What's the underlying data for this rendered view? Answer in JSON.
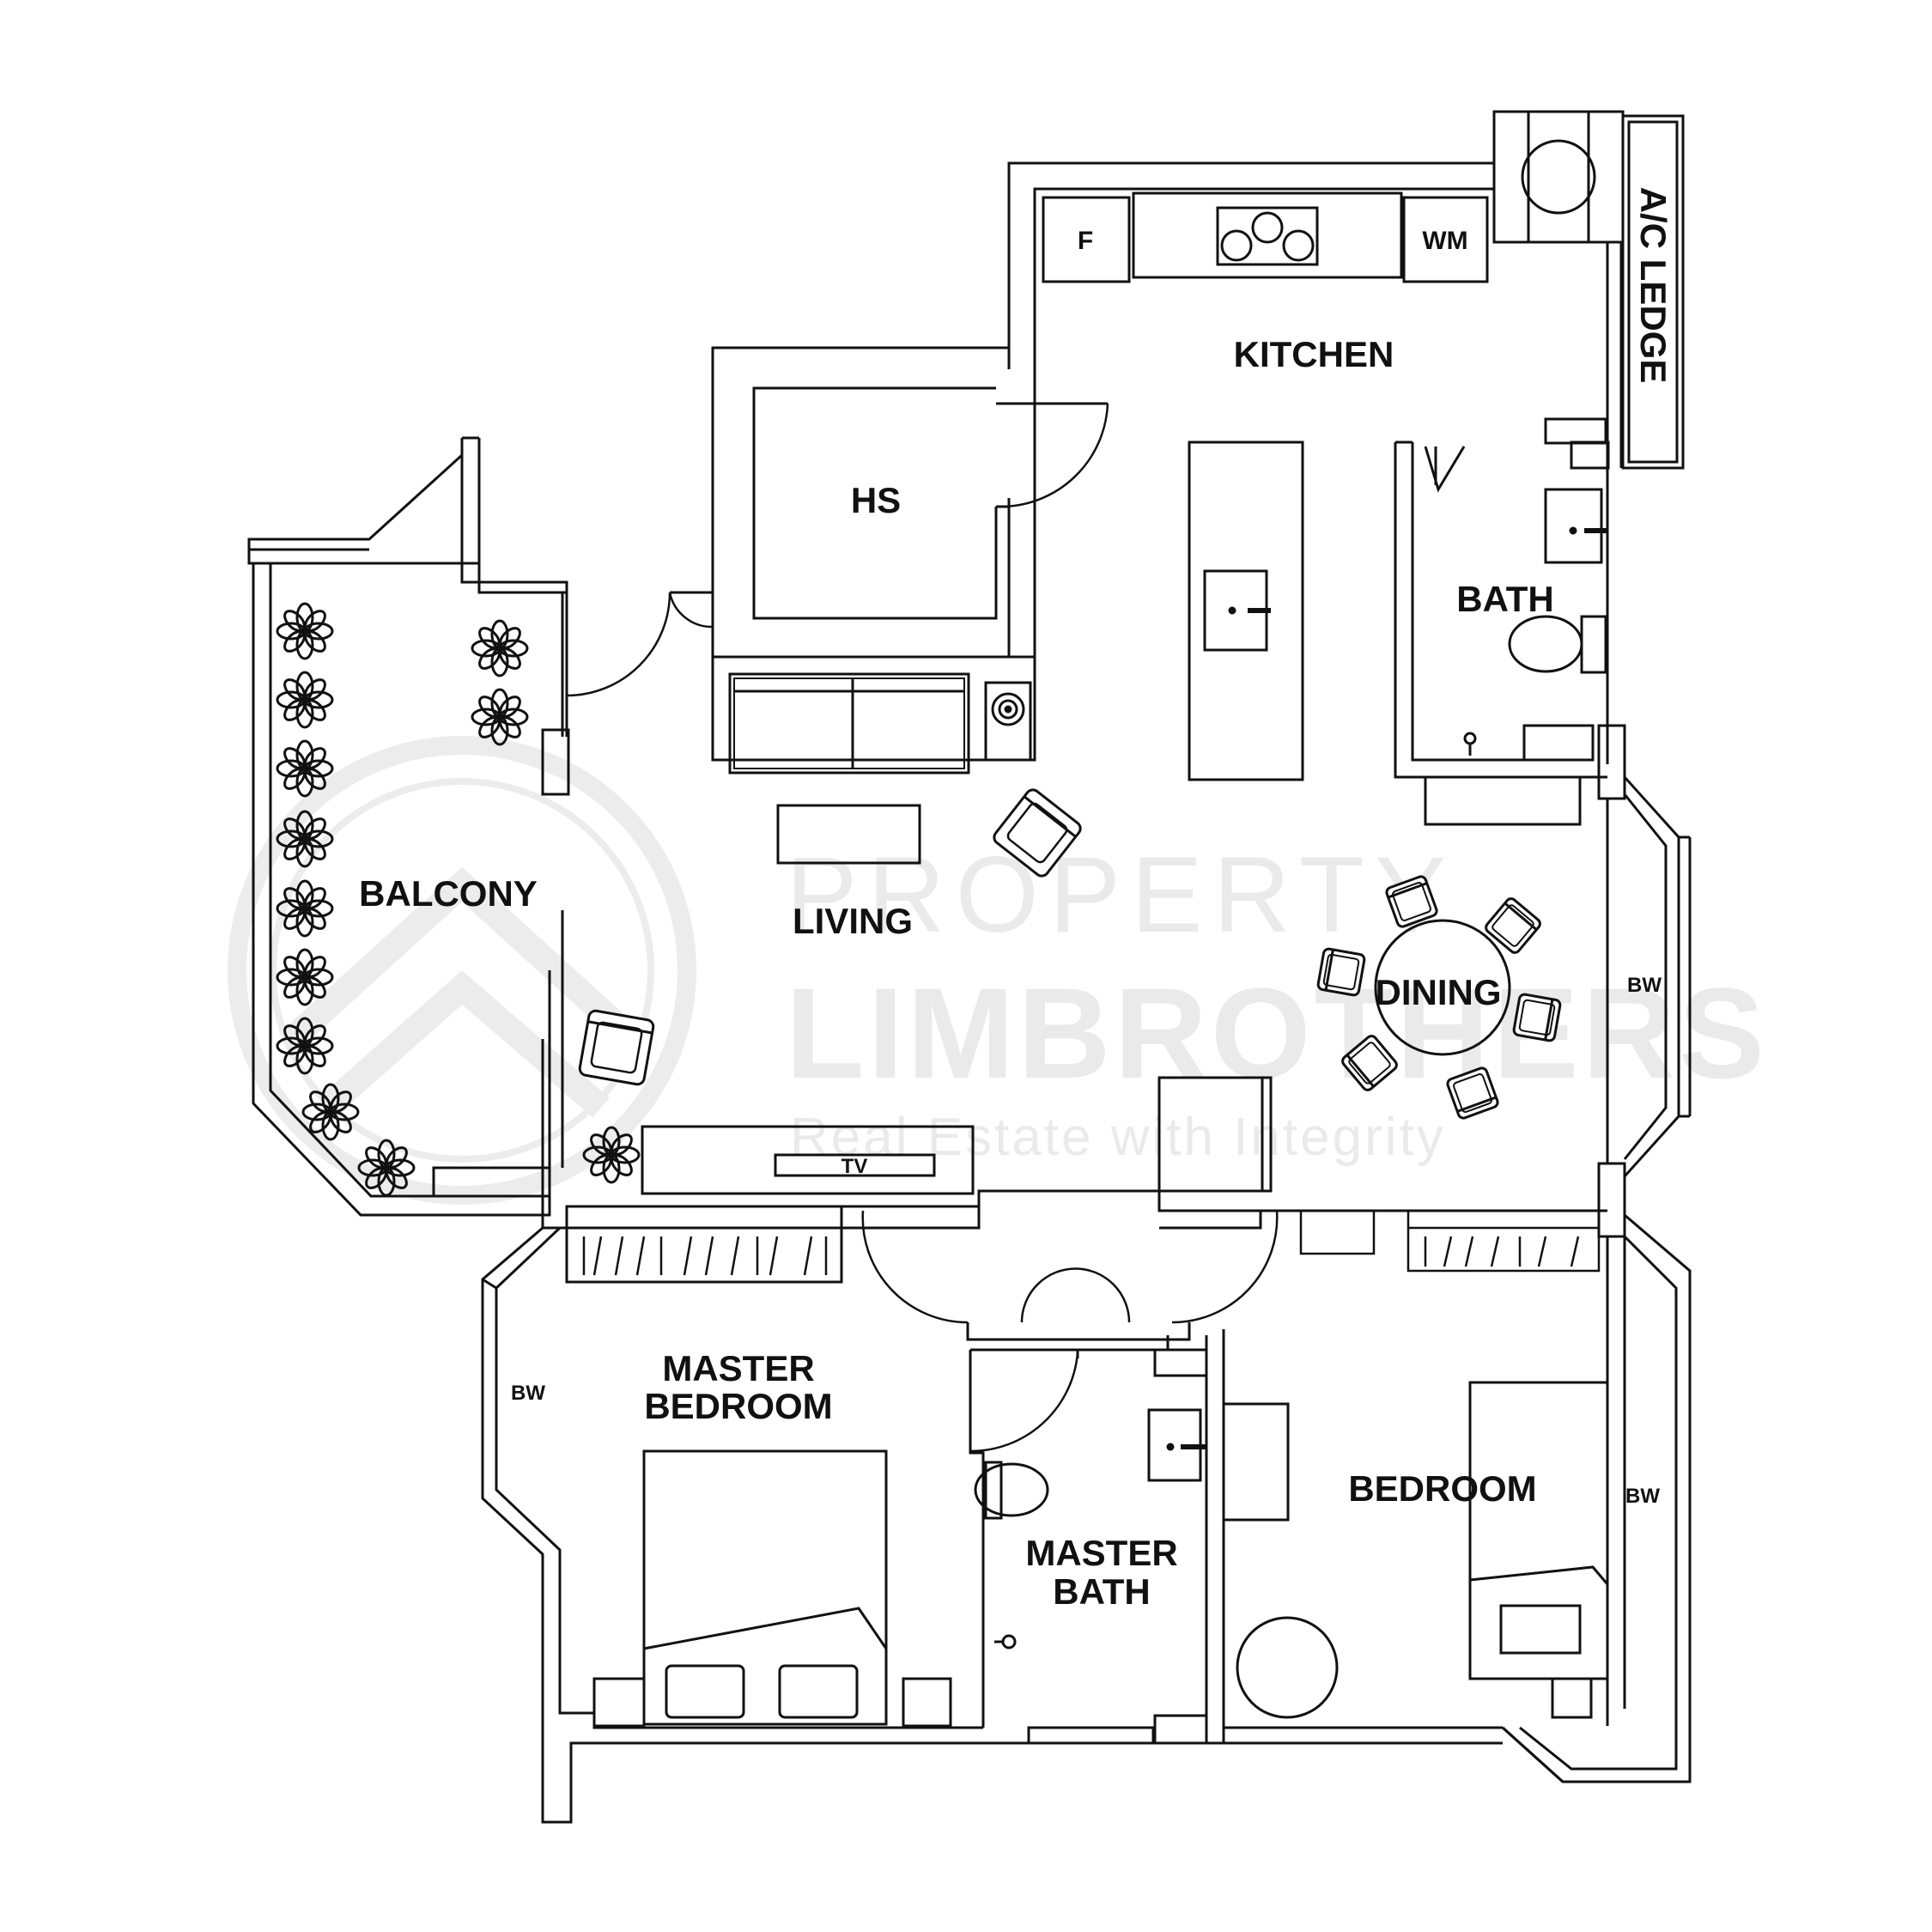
{
  "colors": {
    "line": "#111111",
    "background": "#ffffff",
    "watermark": "#dcdcdc"
  },
  "watermark": {
    "line1": "PROPERTY",
    "line2": "LIMBROTHERS",
    "tagline": "Real Estate with Integrity"
  },
  "rooms": {
    "kitchen": "KITCHEN",
    "hs": "HS",
    "bath": "BATH",
    "balcony": "BALCONY",
    "living": "LIVING",
    "dining": "DINING",
    "master_bedroom_line1": "MASTER",
    "master_bedroom_line2": "BEDROOM",
    "master_bath_line1": "MASTER",
    "master_bath_line2": "BATH",
    "bedroom": "BEDROOM",
    "ac_ledge": "A/C LEDGE"
  },
  "fixtures": {
    "fridge": "F",
    "washing_machine": "WM",
    "tv": "TV",
    "bay_window_living": "BW",
    "bay_window_master": "BW",
    "bay_window_bedroom": "BW"
  }
}
